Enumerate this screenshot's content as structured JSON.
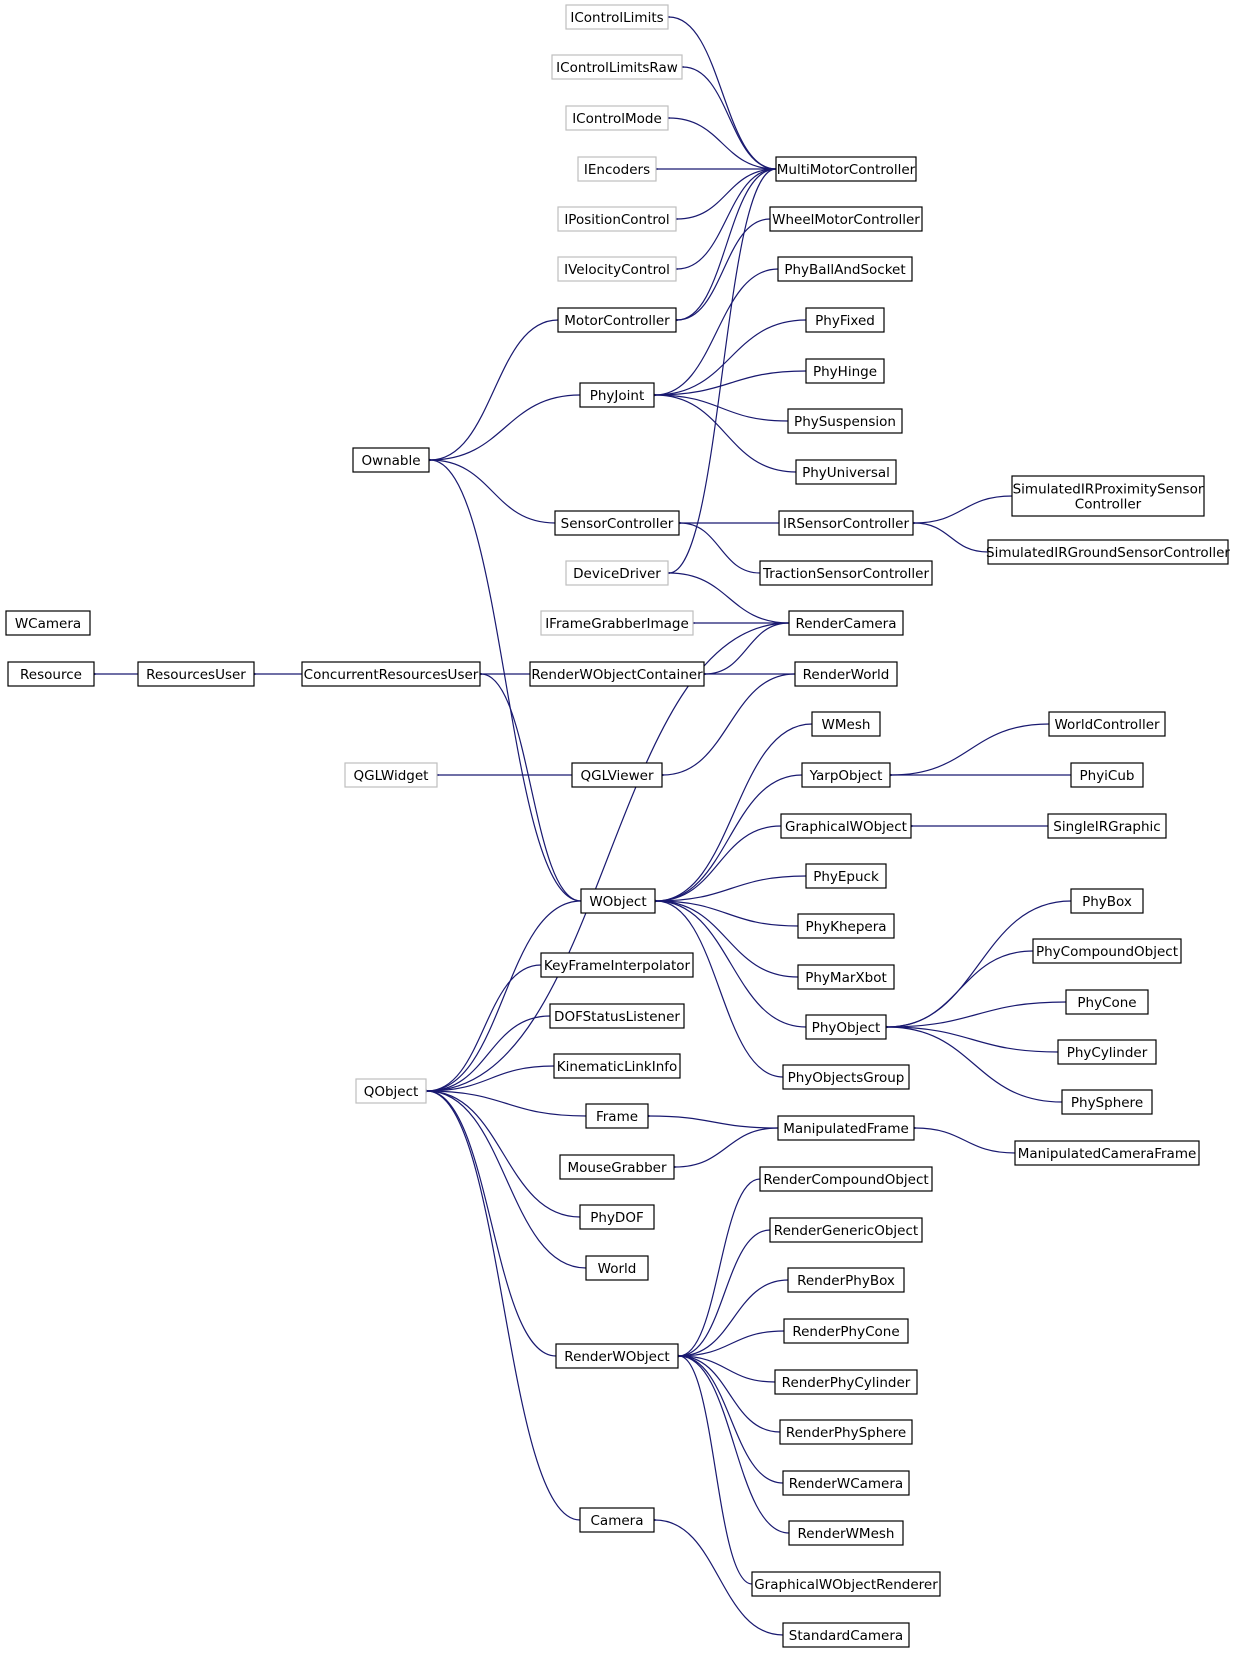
{
  "diagram": {
    "edge_color": "#191970",
    "node_border_documented": "#000000",
    "node_border_external": "#bfbfbf",
    "nodes": [
      {
        "id": "IControlLimits",
        "lines": [
          "IControlLimits"
        ],
        "external": true
      },
      {
        "id": "IControlLimitsRaw",
        "lines": [
          "IControlLimitsRaw"
        ],
        "external": true
      },
      {
        "id": "IControlMode",
        "lines": [
          "IControlMode"
        ],
        "external": true
      },
      {
        "id": "IEncoders",
        "lines": [
          "IEncoders"
        ],
        "external": true
      },
      {
        "id": "IPositionControl",
        "lines": [
          "IPositionControl"
        ],
        "external": true
      },
      {
        "id": "IVelocityControl",
        "lines": [
          "IVelocityControl"
        ],
        "external": true
      },
      {
        "id": "MotorController",
        "lines": [
          "MotorController"
        ],
        "external": false
      },
      {
        "id": "MultiMotorController",
        "lines": [
          "MultiMotorController"
        ],
        "external": false
      },
      {
        "id": "WheelMotorController",
        "lines": [
          "WheelMotorController"
        ],
        "external": false
      },
      {
        "id": "PhyBallAndSocket",
        "lines": [
          "PhyBallAndSocket"
        ],
        "external": false
      },
      {
        "id": "PhyFixed",
        "lines": [
          "PhyFixed"
        ],
        "external": false
      },
      {
        "id": "PhyHinge",
        "lines": [
          "PhyHinge"
        ],
        "external": false
      },
      {
        "id": "PhyJoint",
        "lines": [
          "PhyJoint"
        ],
        "external": false
      },
      {
        "id": "PhySuspension",
        "lines": [
          "PhySuspension"
        ],
        "external": false
      },
      {
        "id": "PhyUniversal",
        "lines": [
          "PhyUniversal"
        ],
        "external": false
      },
      {
        "id": "Ownable",
        "lines": [
          "Ownable"
        ],
        "external": false
      },
      {
        "id": "SimulatedIRProximitySensorController",
        "lines": [
          "SimulatedIRProximitySensor",
          "Controller"
        ],
        "external": false
      },
      {
        "id": "SensorController",
        "lines": [
          "SensorController"
        ],
        "external": false
      },
      {
        "id": "IRSensorController",
        "lines": [
          "IRSensorController"
        ],
        "external": false
      },
      {
        "id": "SimulatedIRGroundSensorController",
        "lines": [
          "SimulatedIRGroundSensorController"
        ],
        "external": false
      },
      {
        "id": "DeviceDriver",
        "lines": [
          "DeviceDriver"
        ],
        "external": true
      },
      {
        "id": "TractionSensorController",
        "lines": [
          "TractionSensorController"
        ],
        "external": false
      },
      {
        "id": "WCamera",
        "lines": [
          "WCamera"
        ],
        "external": false
      },
      {
        "id": "IFrameGrabberImage",
        "lines": [
          "IFrameGrabberImage"
        ],
        "external": true
      },
      {
        "id": "RenderCamera",
        "lines": [
          "RenderCamera"
        ],
        "external": false
      },
      {
        "id": "Resource",
        "lines": [
          "Resource"
        ],
        "external": false
      },
      {
        "id": "ResourcesUser",
        "lines": [
          "ResourcesUser"
        ],
        "external": false
      },
      {
        "id": "ConcurrentResourcesUser",
        "lines": [
          "ConcurrentResourcesUser"
        ],
        "external": false
      },
      {
        "id": "RenderWObjectContainer",
        "lines": [
          "RenderWObjectContainer"
        ],
        "external": false
      },
      {
        "id": "RenderWorld",
        "lines": [
          "RenderWorld"
        ],
        "external": false
      },
      {
        "id": "WMesh",
        "lines": [
          "WMesh"
        ],
        "external": false
      },
      {
        "id": "WorldController",
        "lines": [
          "WorldController"
        ],
        "external": false
      },
      {
        "id": "QGLWidget",
        "lines": [
          "QGLWidget"
        ],
        "external": true
      },
      {
        "id": "QGLViewer",
        "lines": [
          "QGLViewer"
        ],
        "external": false
      },
      {
        "id": "YarpObject",
        "lines": [
          "YarpObject"
        ],
        "external": false
      },
      {
        "id": "PhyiCub",
        "lines": [
          "PhyiCub"
        ],
        "external": false
      },
      {
        "id": "GraphicalWObject",
        "lines": [
          "GraphicalWObject"
        ],
        "external": false
      },
      {
        "id": "SingleIRGraphic",
        "lines": [
          "SingleIRGraphic"
        ],
        "external": false
      },
      {
        "id": "PhyEpuck",
        "lines": [
          "PhyEpuck"
        ],
        "external": false
      },
      {
        "id": "WObject",
        "lines": [
          "WObject"
        ],
        "external": false
      },
      {
        "id": "PhyBox",
        "lines": [
          "PhyBox"
        ],
        "external": false
      },
      {
        "id": "PhyKhepera",
        "lines": [
          "PhyKhepera"
        ],
        "external": false
      },
      {
        "id": "PhyCompoundObject",
        "lines": [
          "PhyCompoundObject"
        ],
        "external": false
      },
      {
        "id": "KeyFrameInterpolator",
        "lines": [
          "KeyFrameInterpolator"
        ],
        "external": false
      },
      {
        "id": "PhyMarXbot",
        "lines": [
          "PhyMarXbot"
        ],
        "external": false
      },
      {
        "id": "DOFStatusListener",
        "lines": [
          "DOFStatusListener"
        ],
        "external": false
      },
      {
        "id": "PhyCone",
        "lines": [
          "PhyCone"
        ],
        "external": false
      },
      {
        "id": "PhyObject",
        "lines": [
          "PhyObject"
        ],
        "external": false
      },
      {
        "id": "PhyCylinder",
        "lines": [
          "PhyCylinder"
        ],
        "external": false
      },
      {
        "id": "KinematicLinkInfo",
        "lines": [
          "KinematicLinkInfo"
        ],
        "external": false
      },
      {
        "id": "PhyObjectsGroup",
        "lines": [
          "PhyObjectsGroup"
        ],
        "external": false
      },
      {
        "id": "QObject",
        "lines": [
          "QObject"
        ],
        "external": true
      },
      {
        "id": "PhySphere",
        "lines": [
          "PhySphere"
        ],
        "external": false
      },
      {
        "id": "Frame",
        "lines": [
          "Frame"
        ],
        "external": false
      },
      {
        "id": "ManipulatedFrame",
        "lines": [
          "ManipulatedFrame"
        ],
        "external": false
      },
      {
        "id": "ManipulatedCameraFrame",
        "lines": [
          "ManipulatedCameraFrame"
        ],
        "external": false
      },
      {
        "id": "MouseGrabber",
        "lines": [
          "MouseGrabber"
        ],
        "external": false
      },
      {
        "id": "RenderCompoundObject",
        "lines": [
          "RenderCompoundObject"
        ],
        "external": false
      },
      {
        "id": "PhyDOF",
        "lines": [
          "PhyDOF"
        ],
        "external": false
      },
      {
        "id": "RenderGenericObject",
        "lines": [
          "RenderGenericObject"
        ],
        "external": false
      },
      {
        "id": "World",
        "lines": [
          "World"
        ],
        "external": false
      },
      {
        "id": "RenderPhyBox",
        "lines": [
          "RenderPhyBox"
        ],
        "external": false
      },
      {
        "id": "RenderPhyCone",
        "lines": [
          "RenderPhyCone"
        ],
        "external": false
      },
      {
        "id": "RenderWObject",
        "lines": [
          "RenderWObject"
        ],
        "external": false
      },
      {
        "id": "RenderPhyCylinder",
        "lines": [
          "RenderPhyCylinder"
        ],
        "external": false
      },
      {
        "id": "RenderPhySphere",
        "lines": [
          "RenderPhySphere"
        ],
        "external": false
      },
      {
        "id": "RenderWCamera",
        "lines": [
          "RenderWCamera"
        ],
        "external": false
      },
      {
        "id": "RenderWMesh",
        "lines": [
          "RenderWMesh"
        ],
        "external": false
      },
      {
        "id": "Camera",
        "lines": [
          "Camera"
        ],
        "external": false
      },
      {
        "id": "GraphicalWObjectRenderer",
        "lines": [
          "GraphicalWObjectRenderer"
        ],
        "external": false
      },
      {
        "id": "StandardCamera",
        "lines": [
          "StandardCamera"
        ],
        "external": false
      }
    ],
    "edges": [
      {
        "from": "IControlLimits",
        "to": "MultiMotorController"
      },
      {
        "from": "IControlLimitsRaw",
        "to": "MultiMotorController"
      },
      {
        "from": "IControlMode",
        "to": "MultiMotorController"
      },
      {
        "from": "IEncoders",
        "to": "MultiMotorController"
      },
      {
        "from": "IPositionControl",
        "to": "MultiMotorController"
      },
      {
        "from": "IVelocityControl",
        "to": "MultiMotorController"
      },
      {
        "from": "MotorController",
        "to": "MultiMotorController"
      },
      {
        "from": "MotorController",
        "to": "WheelMotorController"
      },
      {
        "from": "DeviceDriver",
        "to": "MultiMotorController"
      },
      {
        "from": "Ownable",
        "to": "MotorController"
      },
      {
        "from": "Ownable",
        "to": "PhyJoint"
      },
      {
        "from": "Ownable",
        "to": "SensorController"
      },
      {
        "from": "Ownable",
        "to": "WObject"
      },
      {
        "from": "PhyJoint",
        "to": "PhyBallAndSocket"
      },
      {
        "from": "PhyJoint",
        "to": "PhyFixed"
      },
      {
        "from": "PhyJoint",
        "to": "PhyHinge"
      },
      {
        "from": "PhyJoint",
        "to": "PhySuspension"
      },
      {
        "from": "PhyJoint",
        "to": "PhyUniversal"
      },
      {
        "from": "SensorController",
        "to": "IRSensorController"
      },
      {
        "from": "SensorController",
        "to": "TractionSensorController"
      },
      {
        "from": "IRSensorController",
        "to": "SimulatedIRProximitySensorController"
      },
      {
        "from": "IRSensorController",
        "to": "SimulatedIRGroundSensorController"
      },
      {
        "from": "DeviceDriver",
        "to": "RenderCamera"
      },
      {
        "from": "IFrameGrabberImage",
        "to": "RenderCamera"
      },
      {
        "from": "RenderWObjectContainer",
        "to": "RenderCamera"
      },
      {
        "from": "RenderWObjectContainer",
        "to": "RenderWorld"
      },
      {
        "from": "Resource",
        "to": "ResourcesUser"
      },
      {
        "from": "ResourcesUser",
        "to": "ConcurrentResourcesUser"
      },
      {
        "from": "ConcurrentResourcesUser",
        "to": "RenderWObjectContainer"
      },
      {
        "from": "ConcurrentResourcesUser",
        "to": "WObject"
      },
      {
        "from": "QGLWidget",
        "to": "QGLViewer"
      },
      {
        "from": "QGLViewer",
        "to": "RenderWorld"
      },
      {
        "from": "QObject",
        "to": "RenderCamera"
      },
      {
        "from": "QObject",
        "to": "WObject"
      },
      {
        "from": "QObject",
        "to": "KeyFrameInterpolator"
      },
      {
        "from": "QObject",
        "to": "DOFStatusListener"
      },
      {
        "from": "QObject",
        "to": "KinematicLinkInfo"
      },
      {
        "from": "QObject",
        "to": "Frame"
      },
      {
        "from": "QObject",
        "to": "PhyDOF"
      },
      {
        "from": "QObject",
        "to": "World"
      },
      {
        "from": "QObject",
        "to": "RenderWObject"
      },
      {
        "from": "QObject",
        "to": "Camera"
      },
      {
        "from": "WObject",
        "to": "WMesh"
      },
      {
        "from": "WObject",
        "to": "YarpObject"
      },
      {
        "from": "WObject",
        "to": "GraphicalWObject"
      },
      {
        "from": "WObject",
        "to": "PhyEpuck"
      },
      {
        "from": "WObject",
        "to": "PhyKhepera"
      },
      {
        "from": "WObject",
        "to": "PhyMarXbot"
      },
      {
        "from": "WObject",
        "to": "PhyObject"
      },
      {
        "from": "WObject",
        "to": "PhyObjectsGroup"
      },
      {
        "from": "YarpObject",
        "to": "WorldController"
      },
      {
        "from": "YarpObject",
        "to": "PhyiCub"
      },
      {
        "from": "GraphicalWObject",
        "to": "SingleIRGraphic"
      },
      {
        "from": "PhyObject",
        "to": "PhyBox"
      },
      {
        "from": "PhyObject",
        "to": "PhyCompoundObject"
      },
      {
        "from": "PhyObject",
        "to": "PhyCone"
      },
      {
        "from": "PhyObject",
        "to": "PhyCylinder"
      },
      {
        "from": "PhyObject",
        "to": "PhySphere"
      },
      {
        "from": "Frame",
        "to": "ManipulatedFrame"
      },
      {
        "from": "MouseGrabber",
        "to": "ManipulatedFrame"
      },
      {
        "from": "ManipulatedFrame",
        "to": "ManipulatedCameraFrame"
      },
      {
        "from": "RenderWObject",
        "to": "RenderCompoundObject"
      },
      {
        "from": "RenderWObject",
        "to": "RenderGenericObject"
      },
      {
        "from": "RenderWObject",
        "to": "RenderPhyBox"
      },
      {
        "from": "RenderWObject",
        "to": "RenderPhyCone"
      },
      {
        "from": "RenderWObject",
        "to": "RenderPhyCylinder"
      },
      {
        "from": "RenderWObject",
        "to": "RenderPhySphere"
      },
      {
        "from": "RenderWObject",
        "to": "RenderWCamera"
      },
      {
        "from": "RenderWObject",
        "to": "RenderWMesh"
      },
      {
        "from": "RenderWObject",
        "to": "GraphicalWObjectRenderer"
      },
      {
        "from": "Camera",
        "to": "StandardCamera"
      }
    ]
  }
}
